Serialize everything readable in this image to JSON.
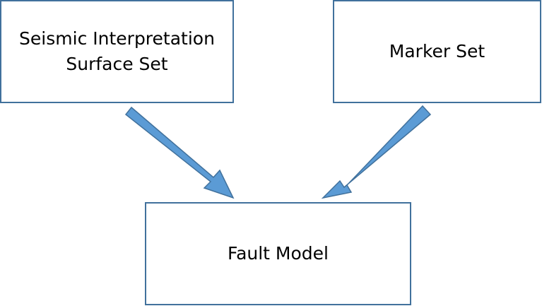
{
  "diagram": {
    "nodes": [
      {
        "id": "seismic",
        "lines": [
          "Seismic Interpretation",
          "Surface Set"
        ]
      },
      {
        "id": "marker",
        "lines": [
          "Marker Set"
        ]
      },
      {
        "id": "fault",
        "lines": [
          "Fault Model"
        ]
      }
    ],
    "edges": [
      {
        "from": "seismic",
        "to": "fault"
      },
      {
        "from": "marker",
        "to": "fault"
      }
    ],
    "colors": {
      "box_border": "#41719c",
      "arrow_fill": "#5b9bd5",
      "arrow_stroke": "#41719c",
      "text": "#000000"
    }
  }
}
